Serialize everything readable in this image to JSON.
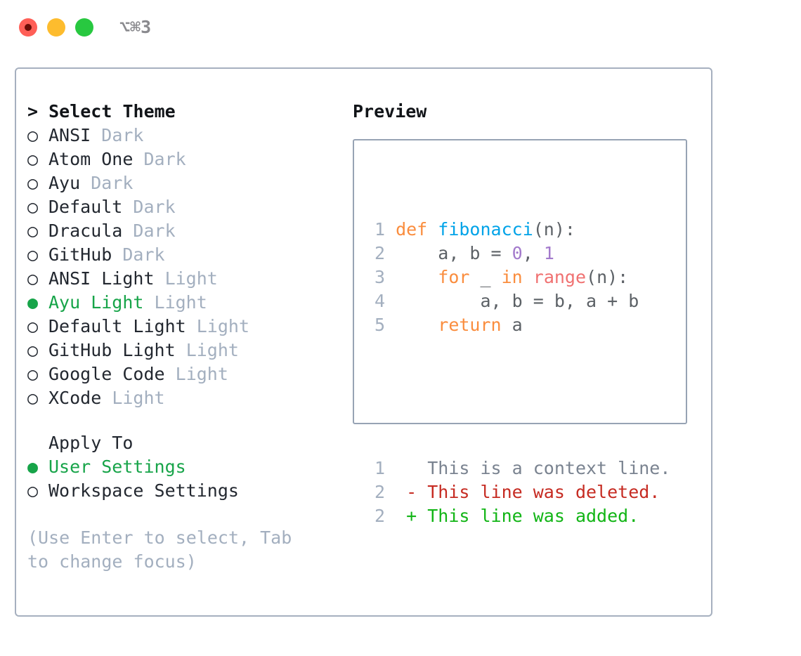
{
  "titlebar": {
    "shortcut": "⌥⌘3",
    "buttons": [
      {
        "name": "close",
        "color": "#FF5F57"
      },
      {
        "name": "minimize",
        "color": "#FDBC2E"
      },
      {
        "name": "maximize",
        "color": "#28C840"
      }
    ]
  },
  "theme_panel": {
    "header": "> Select Theme",
    "bullet_unselected": "○",
    "bullet_selected": "●",
    "items": [
      {
        "bullet": "○",
        "label": "ANSI",
        "variant": "Dark",
        "selected": false
      },
      {
        "bullet": "○",
        "label": "Atom One",
        "variant": "Dark",
        "selected": false
      },
      {
        "bullet": "○",
        "label": "Ayu",
        "variant": "Dark",
        "selected": false
      },
      {
        "bullet": "○",
        "label": "Default",
        "variant": "Dark",
        "selected": false
      },
      {
        "bullet": "○",
        "label": "Dracula",
        "variant": "Dark",
        "selected": false
      },
      {
        "bullet": "○",
        "label": "GitHub",
        "variant": "Dark",
        "selected": false
      },
      {
        "bullet": "○",
        "label": "ANSI Light",
        "variant": "Light",
        "selected": false
      },
      {
        "bullet": "●",
        "label": "Ayu Light",
        "variant": "Light",
        "selected": true
      },
      {
        "bullet": "○",
        "label": "Default Light",
        "variant": "Light",
        "selected": false
      },
      {
        "bullet": "○",
        "label": "GitHub Light",
        "variant": "Light",
        "selected": false
      },
      {
        "bullet": "○",
        "label": "Google Code",
        "variant": "Light",
        "selected": false
      },
      {
        "bullet": "○",
        "label": "XCode",
        "variant": "Light",
        "selected": false
      }
    ]
  },
  "apply_to": {
    "header": "Apply To",
    "items": [
      {
        "bullet": "●",
        "label": "User Settings",
        "selected": true
      },
      {
        "bullet": "○",
        "label": "Workspace Settings",
        "selected": false
      }
    ]
  },
  "hint": "(Use Enter to select, Tab to change focus)",
  "preview": {
    "header": "Preview",
    "code_lines": [
      {
        "num": "1",
        "tokens": [
          {
            "t": "def ",
            "c": "kw"
          },
          {
            "t": "fibonacci",
            "c": "fn"
          },
          {
            "t": "(n):",
            "c": "plain"
          }
        ]
      },
      {
        "num": "2",
        "tokens": [
          {
            "t": "    a, b = ",
            "c": "plain"
          },
          {
            "t": "0",
            "c": "num"
          },
          {
            "t": ", ",
            "c": "plain"
          },
          {
            "t": "1",
            "c": "num"
          }
        ]
      },
      {
        "num": "3",
        "tokens": [
          {
            "t": "    ",
            "c": "plain"
          },
          {
            "t": "for",
            "c": "kw"
          },
          {
            "t": " _ ",
            "c": "plain"
          },
          {
            "t": "in",
            "c": "kw"
          },
          {
            "t": " ",
            "c": "plain"
          },
          {
            "t": "range",
            "c": "bi"
          },
          {
            "t": "(n):",
            "c": "plain"
          }
        ]
      },
      {
        "num": "4",
        "tokens": [
          {
            "t": "        a, b = b, a + b",
            "c": "plain"
          }
        ]
      },
      {
        "num": "5",
        "tokens": [
          {
            "t": "    ",
            "c": "plain"
          },
          {
            "t": "return",
            "c": "kw"
          },
          {
            "t": " a",
            "c": "plain"
          }
        ]
      }
    ],
    "diff_lines": [
      {
        "num": "1",
        "marker": " ",
        "text": " This is a context line.",
        "kind": "ctx"
      },
      {
        "num": "2",
        "marker": "-",
        "text": " This line was deleted.",
        "kind": "del"
      },
      {
        "num": "2",
        "marker": "+",
        "text": " This line was added.",
        "kind": "add"
      }
    ]
  },
  "colors": {
    "accent_green": "#17A449",
    "muted": "#A3AFBF",
    "border": "#A6B0BF",
    "keyword": "#FA8D3E",
    "function": "#00A3E8",
    "builtin": "#F07171",
    "number": "#A37ACC",
    "diff_add": "#12B516",
    "diff_del": "#C62B22"
  }
}
